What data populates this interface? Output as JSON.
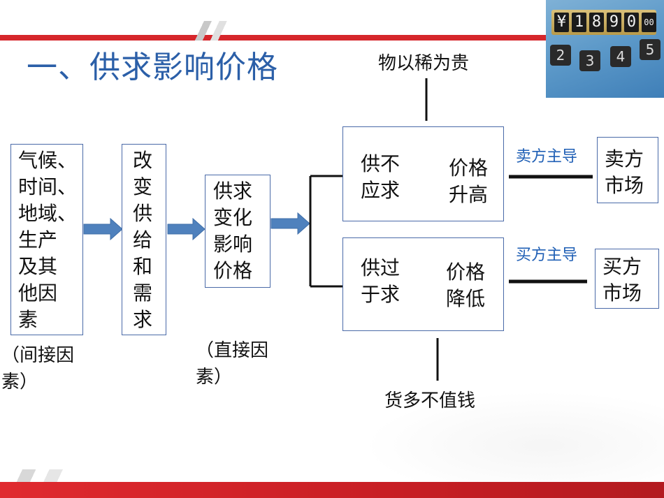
{
  "title": "一、供求影响价格",
  "photo": {
    "tag_digits": [
      "¥",
      "1",
      "8",
      "9",
      "0",
      "00"
    ],
    "cubes": [
      "2",
      "3",
      "4",
      "5"
    ]
  },
  "left_factors": [
    "气候、",
    "时间、",
    "地域、",
    "生产",
    "及其",
    "他因",
    "素"
  ],
  "indirect_note": [
    "（间接因",
    "素）"
  ],
  "change_box": [
    "改",
    "变",
    "供",
    "给",
    "和",
    "需",
    "求"
  ],
  "direct_box": [
    "供求",
    "变化",
    "影响",
    "价格"
  ],
  "direct_note": [
    "（直接因",
    "素）"
  ],
  "top_saying": "物以稀为贵",
  "bottom_saying": "货多不值钱",
  "upper": {
    "cause": [
      "供不",
      "应求"
    ],
    "effect": [
      "价格",
      "升高"
    ],
    "side_label": "卖方主导",
    "market": [
      "卖方",
      "市场"
    ]
  },
  "lower": {
    "cause": [
      "供过",
      "于求"
    ],
    "effect": [
      "价格",
      "降低"
    ],
    "side_label": "买方主导",
    "market": [
      "买方",
      "市场"
    ]
  },
  "colors": {
    "title": "#2b5fa8",
    "accent_red": "#d6262b",
    "arrow_fill": "#4f81bd",
    "box_border": "#4a6aa8",
    "blue_label": "#1f5fb5"
  }
}
